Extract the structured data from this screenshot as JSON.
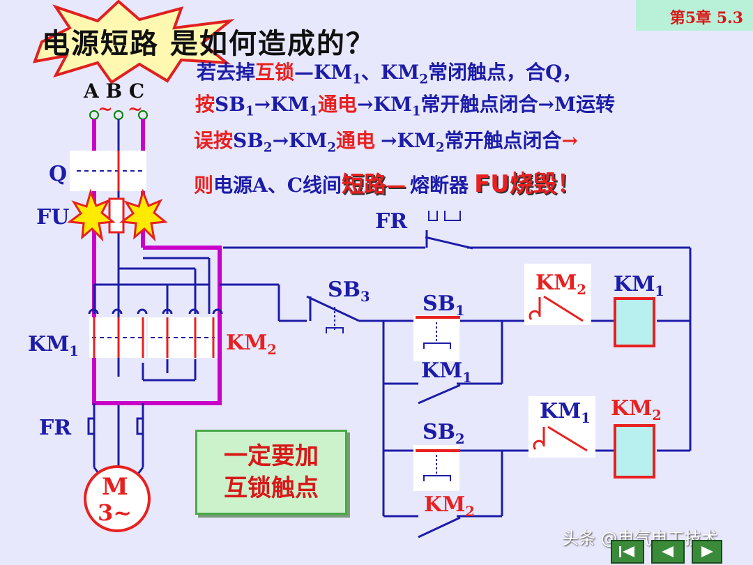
{
  "chapter": "第5章 5.3",
  "title": "电源短路 是如何造成的？",
  "line1": {
    "a": "若去掉",
    "b": "互锁",
    "c": "—KM",
    "d": "1",
    "e": "、KM",
    "f": "2",
    "g": "常闭触点，合Q，"
  },
  "line2": {
    "a": "按",
    "b": "SB",
    "c": "1",
    "d": "→KM",
    "e": "1",
    "f": "通电",
    "g": "→KM",
    "h": "1",
    "i": "常开触点闭合→M运转"
  },
  "line3": {
    "a": "误按",
    "b": "SB",
    "c": "2",
    "d": "→KM",
    "e": "2",
    "f": "通电",
    "g": "→KM",
    "h": "2",
    "i": "常开触点闭合",
    "j": "→"
  },
  "line4": {
    "a": "则",
    "b": "电源A、C线间",
    "c": "短路",
    "d": "—",
    "e": "熔断器",
    "f": "FU烧毁！"
  },
  "labels": {
    "abc": "A B  C",
    "tilde": "~  ~",
    "q": "Q",
    "fu": "FU",
    "km1_left": "KM",
    "km1_left_sub": "1",
    "km2_mid": "KM",
    "km2_mid_sub": "2",
    "fr_left": "FR",
    "motor_m": "M",
    "motor_3": "3~",
    "fr_ctrl": "FR",
    "sb3": "SB",
    "sb3_sub": "3",
    "sb1": "SB",
    "sb1_sub": "1",
    "km1_hold": "KM",
    "km1_hold_sub": "1",
    "sb2": "SB",
    "sb2_sub": "2",
    "km2_hold": "KM",
    "km2_hold_sub": "2",
    "km2_nc": "KM",
    "km2_nc_sub": "2",
    "km1_coil": "KM",
    "km1_coil_sub": "1",
    "km1_nc": "KM",
    "km1_nc_sub": "1",
    "km2_coil": "KM",
    "km2_coil_sub": "2"
  },
  "note": {
    "line1": "一定要加",
    "line2": "互锁触点"
  },
  "watermark": "头条 @电气电工技术",
  "colors": {
    "background": "#e8e8fc",
    "wire": "#1c1ca8",
    "highlight": "#c800c8",
    "accent": "#e82020"
  }
}
